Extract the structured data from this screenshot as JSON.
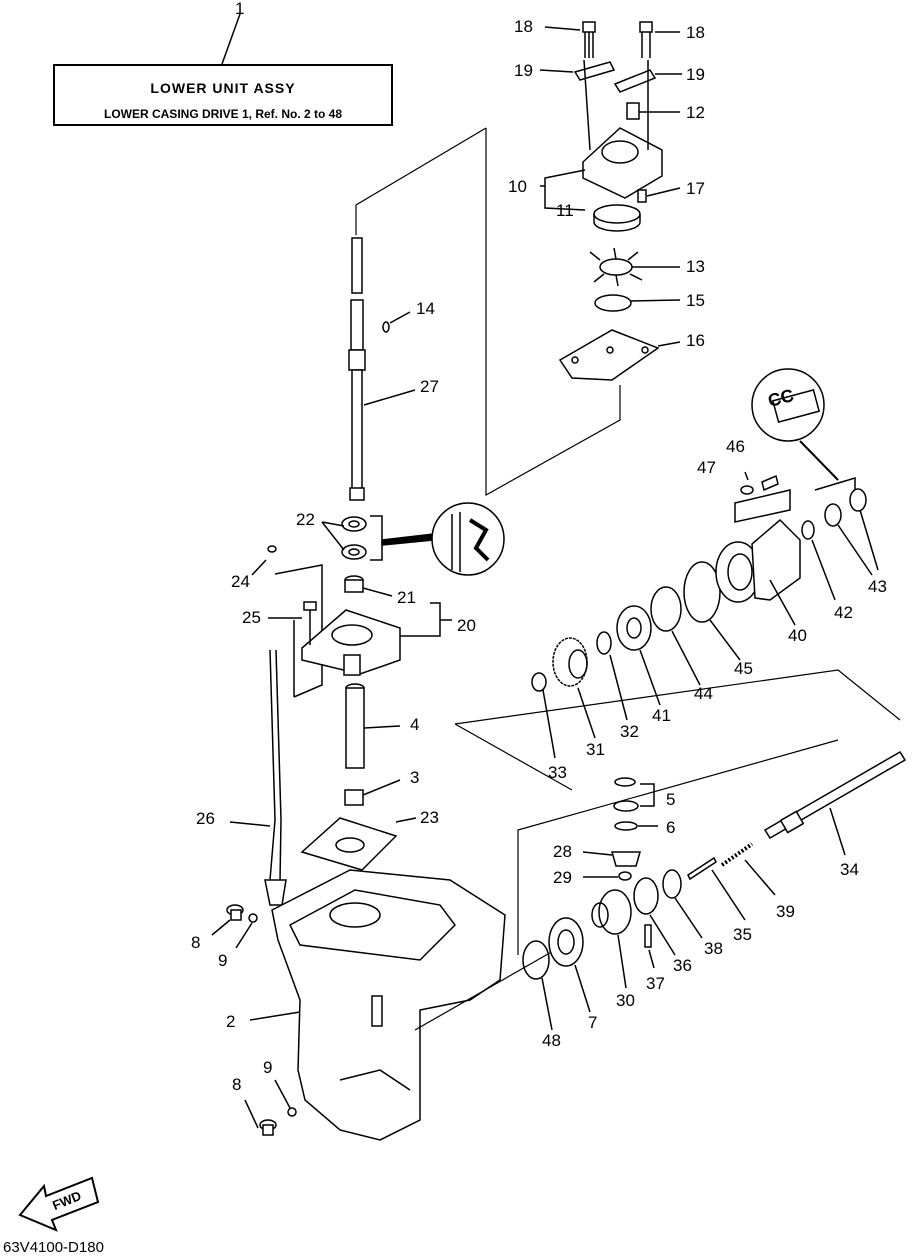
{
  "header": {
    "ref_number": "1",
    "title": "LOWER UNIT ASSY",
    "subtitle": "LOWER CASING DRIVE 1,  Ref. No. 2 to 48"
  },
  "labels": {
    "n2": "2",
    "n3": "3",
    "n4": "4",
    "n5": "5",
    "n6": "6",
    "n7": "7",
    "n8a": "8",
    "n8b": "8",
    "n9a": "9",
    "n9b": "9",
    "n10": "10",
    "n11": "11",
    "n12": "12",
    "n13": "13",
    "n14": "14",
    "n15": "15",
    "n16": "16",
    "n17": "17",
    "n18a": "18",
    "n18b": "18",
    "n19a": "19",
    "n19b": "19",
    "n20": "20",
    "n21": "21",
    "n22": "22",
    "n23": "23",
    "n24": "24",
    "n25": "25",
    "n26": "26",
    "n27": "27",
    "n28": "28",
    "n29": "29",
    "n30": "30",
    "n31": "31",
    "n32": "32",
    "n33": "33",
    "n34": "34",
    "n35": "35",
    "n36": "36",
    "n37": "37",
    "n38": "38",
    "n39": "39",
    "n40": "40",
    "n41": "41",
    "n42": "42",
    "n43": "43",
    "n44": "44",
    "n45": "45",
    "n46": "46",
    "n47": "47",
    "n48": "48"
  },
  "badges": {
    "fwd": "FWD",
    "cc": "CC"
  },
  "footer": {
    "code": "63V4100-D180"
  }
}
